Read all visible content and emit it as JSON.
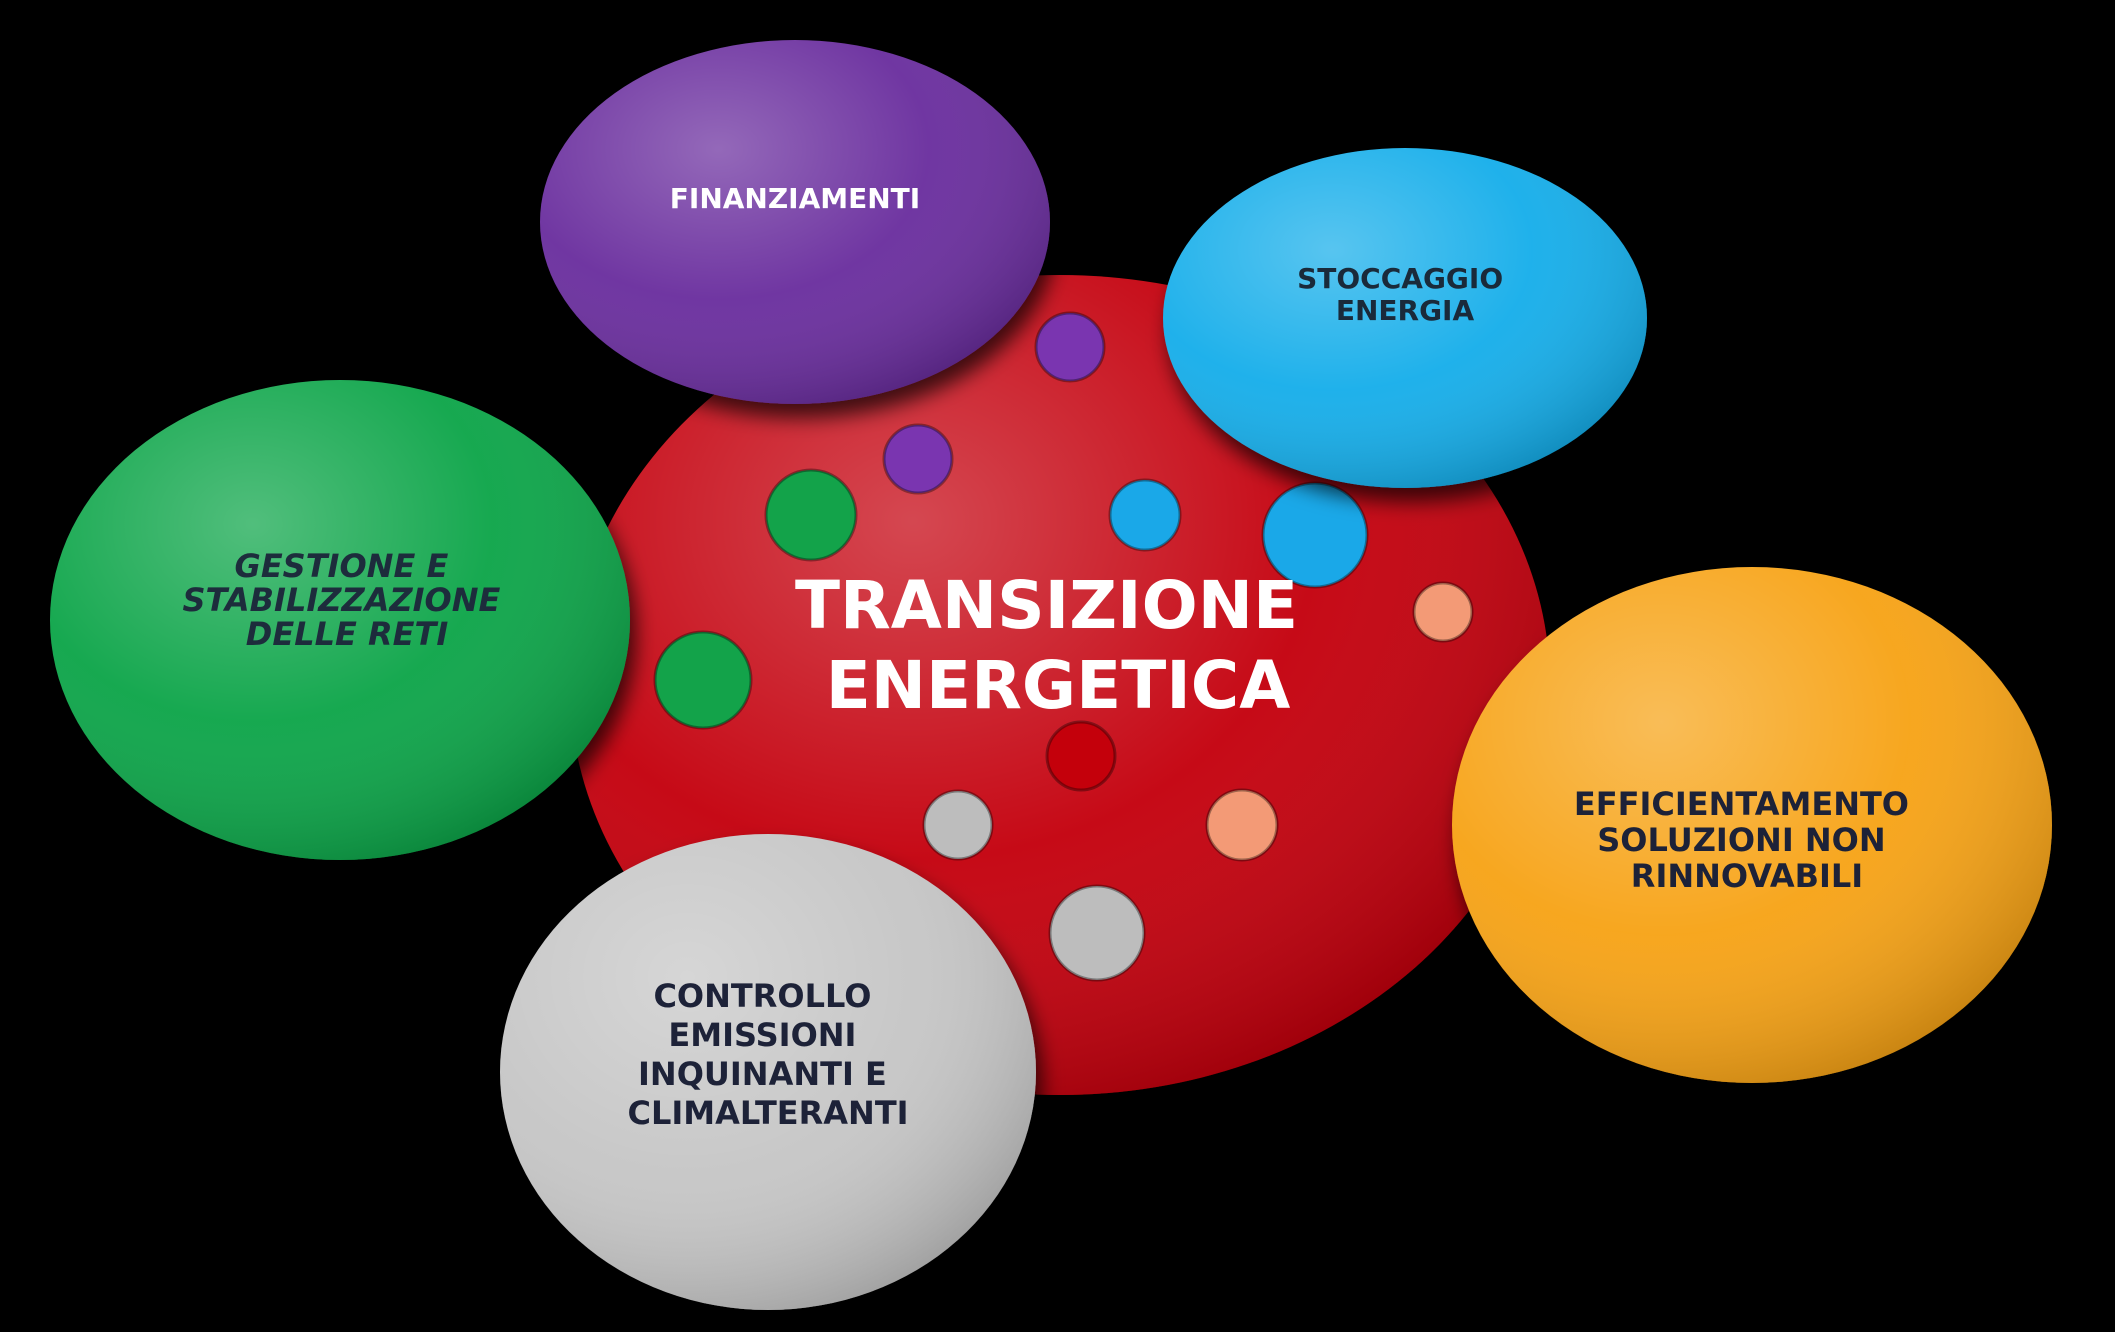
{
  "diagram": {
    "center": {
      "label_lines": [
        "TRANSIZIONE",
        "ENERGETICA"
      ],
      "color": "#c4000b",
      "text_color": "#ffffff"
    },
    "nodes": [
      {
        "id": "finanziamenti",
        "label_lines": [
          "FINANZIAMENTI"
        ],
        "color": "#6b2d9e",
        "text_color": "#ffffff"
      },
      {
        "id": "stoccaggio",
        "label_lines": [
          "STOCCAGGIO",
          "ENERGIA"
        ],
        "color": "#14aeea",
        "text_color": "#1a2a3a"
      },
      {
        "id": "gestione",
        "label_lines": [
          "GESTIONE E",
          "STABILIZZAZIONE",
          "DELLE RETI"
        ],
        "color": "#11a54a",
        "text_color": "#1d2c3c"
      },
      {
        "id": "efficientamento",
        "label_lines": [
          "EFFICIENTAMENTO",
          "SOLUZIONI NON",
          "RINNOVABILI"
        ],
        "color": "#f7a314",
        "text_color": "#1d2238"
      },
      {
        "id": "controllo",
        "label_lines": [
          "CONTROLLO",
          "EMISSIONI",
          "INQUINANTI E",
          "CLIMALTERANTI"
        ],
        "color": "#c6c6c6",
        "text_color": "#1d2238"
      }
    ],
    "accent_colors": {
      "purple": "#7a35b0",
      "blue": "#1aa8e8",
      "green": "#13a34a",
      "salmon": "#f39a76",
      "gray": "#bdbdbd",
      "red": "#c4000b"
    }
  }
}
